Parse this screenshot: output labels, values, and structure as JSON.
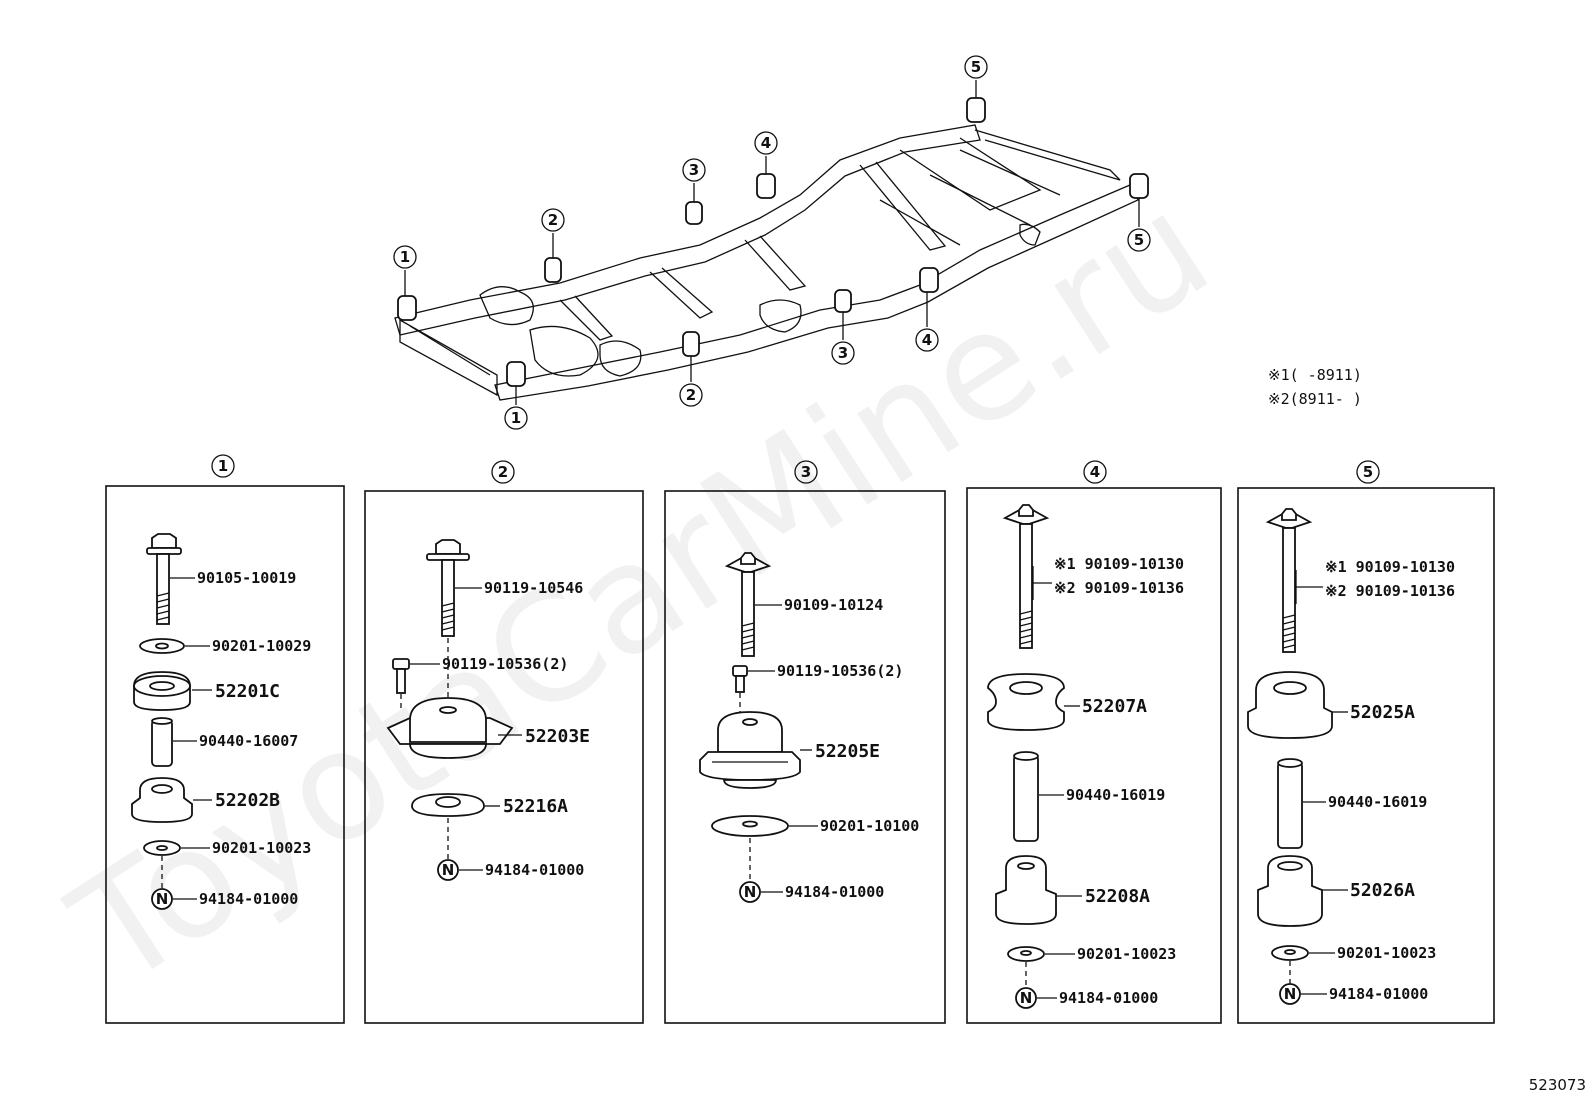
{
  "watermark": "ToyotaCarMine.ru",
  "doc_number": "523073",
  "notes": {
    "n1": "※1(      -8911)",
    "n2": "※2(8911-      )"
  },
  "frame_callouts": [
    "1",
    "2",
    "3",
    "4",
    "5"
  ],
  "panels": [
    {
      "num": "1",
      "parts": [
        "90105-10019",
        "90201-10029",
        "52201C",
        "90440-16007",
        "52202B",
        "90201-10023",
        "94184-01000"
      ]
    },
    {
      "num": "2",
      "parts": [
        "90119-10546",
        "90119-10536(2)",
        "52203E",
        "52216A",
        "94184-01000"
      ]
    },
    {
      "num": "3",
      "parts": [
        "90109-10124",
        "90119-10536(2)",
        "52205E",
        "90201-10100",
        "94184-01000"
      ]
    },
    {
      "num": "4",
      "parts": [
        "※1 90109-10130",
        "※2 90109-10136",
        "52207A",
        "90440-16019",
        "52208A",
        "90201-10023",
        "94184-01000"
      ]
    },
    {
      "num": "5",
      "parts": [
        "※1 90109-10130",
        "※2 90109-10136",
        "52025A",
        "90440-16019",
        "52026A",
        "90201-10023",
        "94184-01000"
      ]
    }
  ],
  "nut_mark": "N",
  "colors": {
    "line": "#111111",
    "background": "#ffffff"
  }
}
